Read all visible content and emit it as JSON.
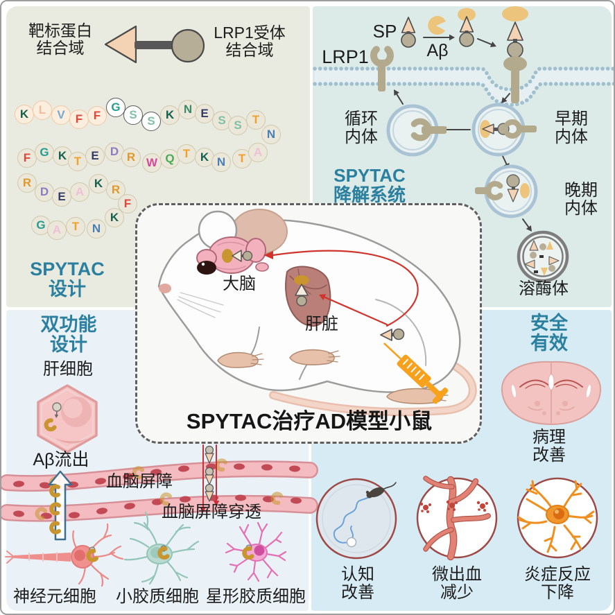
{
  "colors": {
    "teal_heading": "#2b7f9f",
    "peach_triangle": "#f4d3b5",
    "tan_circle": "#b6ae97",
    "yellow_blob": "#ecc47c",
    "mustard": "#c9952f",
    "endosome_ring": "#a9c3d4",
    "lysosome_ring": "#7d7d7d",
    "receptor_tan": "#b3a98c",
    "syringe_orange": "#f7a11d",
    "red_arrow": "#d0342c"
  },
  "top_left": {
    "target_label": [
      "靶标蛋白",
      "结合域"
    ],
    "lrp1_label": [
      "LRP1受体",
      "结合域"
    ],
    "heading": [
      "SPYTAC",
      "设计"
    ],
    "bead_rows": [
      [
        {
          "l": "K",
          "c": "#15604f",
          "s": "peach"
        },
        {
          "l": "L",
          "c": "#f2bb9b",
          "s": "peach"
        },
        {
          "l": "V",
          "c": "#7aa8cc",
          "s": "peach"
        },
        {
          "l": "F",
          "c": "#e0473c",
          "s": "peach"
        },
        {
          "l": "F",
          "c": "#e0473c",
          "s": "peach"
        },
        {
          "l": "G",
          "c": "#259d92",
          "s": "white"
        },
        {
          "l": "S",
          "c": "#82bfa6",
          "s": "white"
        },
        {
          "l": "S",
          "c": "#82bfa6",
          "s": "white"
        },
        {
          "l": "K",
          "c": "#15604f",
          "s": "tan"
        },
        {
          "l": "N",
          "c": "#3d8a6a",
          "s": "tan"
        },
        {
          "l": "E",
          "c": "#333c66",
          "s": "tan"
        },
        {
          "l": "S",
          "c": "#82bfa6",
          "s": "tan"
        },
        {
          "l": "S",
          "c": "#82bfa6",
          "s": "tan"
        },
        {
          "l": "T",
          "c": "#f0a231",
          "s": "tan"
        },
        {
          "l": "N",
          "c": "#4a7fb5",
          "s": "tan"
        }
      ],
      [
        {
          "l": "F",
          "c": "#e0473c",
          "s": "tan"
        },
        {
          "l": "G",
          "c": "#259d92",
          "s": "tan"
        },
        {
          "l": "K",
          "c": "#15604f",
          "s": "tan"
        },
        {
          "l": "T",
          "c": "#f0a231",
          "s": "tan"
        },
        {
          "l": "E",
          "c": "#333c66",
          "s": "tan"
        },
        {
          "l": "D",
          "c": "#8c7cc4",
          "s": "tan"
        },
        {
          "l": "R",
          "c": "#dd9a2e",
          "s": "tan"
        },
        {
          "l": "W",
          "c": "#d5499c",
          "s": "tan"
        },
        {
          "l": "Q",
          "c": "#4aab57",
          "s": "tan"
        },
        {
          "l": "T",
          "c": "#f0a231",
          "s": "tan"
        },
        {
          "l": "K",
          "c": "#15604f",
          "s": "tan"
        },
        {
          "l": "N",
          "c": "#4a7fb5",
          "s": "tan"
        },
        {
          "l": "T",
          "c": "#f0a231",
          "s": "tan"
        },
        {
          "l": "A",
          "c": "#efc0d8",
          "s": "tan"
        }
      ],
      [
        {
          "l": "R",
          "c": "#dd9a2e",
          "s": "tan"
        },
        {
          "l": "D",
          "c": "#8c7cc4",
          "s": "tan"
        },
        {
          "l": "E",
          "c": "#333c66",
          "s": "tan"
        },
        {
          "l": "A",
          "c": "#efc0d8",
          "s": "tan"
        },
        {
          "l": "K",
          "c": "#15604f",
          "s": "tan"
        },
        {
          "l": "R",
          "c": "#dd9a2e",
          "s": "tan"
        },
        {
          "l": "F",
          "c": "#e0473c",
          "s": "tan"
        }
      ],
      [
        {
          "l": "G",
          "c": "#259d92",
          "s": "tan"
        },
        {
          "l": "A",
          "c": "#efc0d8",
          "s": "tan"
        },
        {
          "l": "T",
          "c": "#f0a231",
          "s": "tan"
        },
        {
          "l": "N",
          "c": "#4a7fb5",
          "s": "tan"
        },
        {
          "l": "K",
          "c": "#15604f",
          "s": "tan"
        }
      ]
    ]
  },
  "top_right": {
    "sp_label": "SP",
    "abeta_label": "Aβ",
    "lrp1_label": "LRP1",
    "recycling_endosome": [
      "循环",
      "内体"
    ],
    "early_endosome": [
      "早期",
      "内体"
    ],
    "late_endosome": [
      "晚期",
      "内体"
    ],
    "lysosome_label": "溶酶体",
    "heading": [
      "SPYTAC",
      "降解系统"
    ]
  },
  "center": {
    "brain_label": "大脑",
    "liver_label": "肝脏",
    "title": "SPYTAC治疗AD模型小鼠"
  },
  "bottom_left": {
    "heading": [
      "双功能",
      "设计"
    ],
    "hepatocyte_label": "肝细胞",
    "efflux_label": "Aβ流出",
    "bbb_label": "血脑屏障",
    "penetration_label": "血脑屏障穿透",
    "cell_labels": [
      "神经元细胞",
      "小胶质细胞",
      "星形胶质细胞"
    ]
  },
  "bottom_right": {
    "heading": [
      "安全",
      "有效"
    ],
    "pathology_label": [
      "病理",
      "改善"
    ],
    "outcome_labels": [
      [
        "认知",
        "改善"
      ],
      [
        "微出血",
        "减少"
      ],
      [
        "炎症反应",
        "下降"
      ]
    ]
  }
}
